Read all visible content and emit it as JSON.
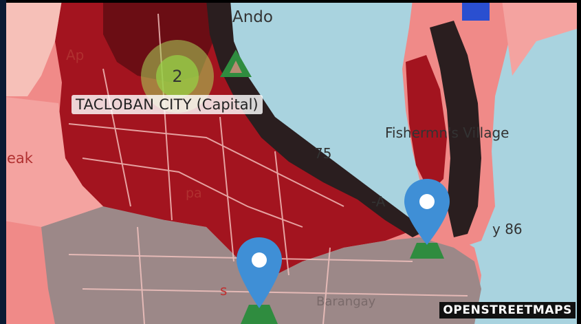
{
  "map": {
    "labels": {
      "top_place": "Ando",
      "apit": "Ap",
      "peak": "eak",
      "fishermans_village": "Fishermn's Village",
      "road_75": "75",
      "road_a": "-A",
      "road_86": "y 86",
      "pa": "pa",
      "s": "s",
      "brgy": "Barangay"
    },
    "city_label": {
      "name": "TACLOBAN CITY",
      "suffix": "(Capital)"
    },
    "cluster": {
      "count": "2"
    },
    "attribution": "OPENSTREETMAPS",
    "colors": {
      "sea": "#a9d3df",
      "land_light": "#f08a88",
      "land_pink": "#f4a3a0",
      "land_red": "#a3141f",
      "land_dark": "#6b0d14",
      "urban_black": "#2a1e1f",
      "grey": "#9c8888",
      "pin": "#3f8fd6",
      "marker_green": "#2f8c3f"
    }
  }
}
